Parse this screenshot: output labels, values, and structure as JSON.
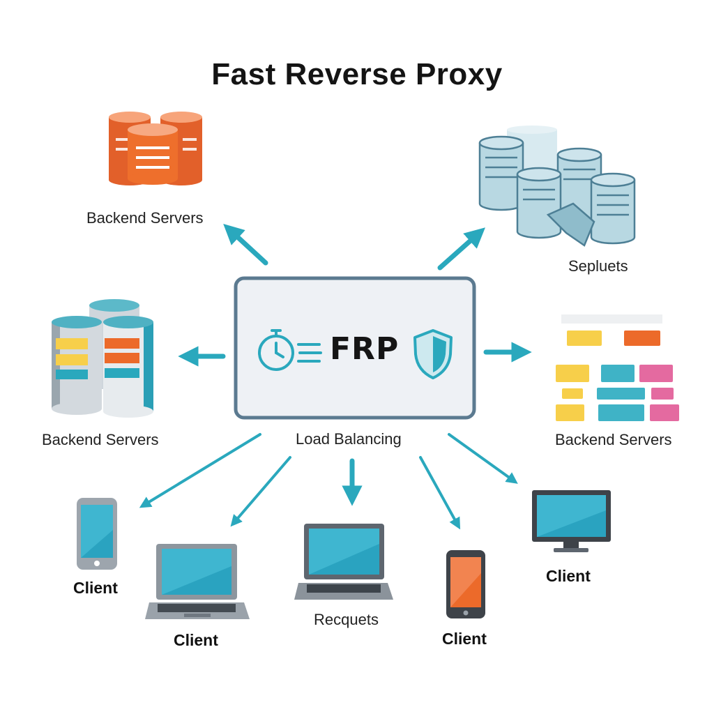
{
  "title": "Fast Reverse Proxy",
  "proxy": {
    "name": "FRP",
    "caption": "Load Balancing"
  },
  "nodes": {
    "top_left_label": "Backend Servers",
    "top_right_label": "Sepluets",
    "mid_left_label": "Backend Servers",
    "mid_right_label": "Backend Servers"
  },
  "clients": {
    "phone_left_label": "Client",
    "laptop_left_label": "Client",
    "laptop_center_label": "Recquets",
    "phone_right_label": "Client",
    "monitor_right_label": "Client"
  },
  "icons": {
    "proxy": [
      "stopwatch-icon",
      "shield-icon"
    ],
    "servers": [
      "server-stack-icon",
      "database-cylinder-icon",
      "data-blocks-icon"
    ],
    "clients": [
      "smartphone-icon",
      "laptop-icon",
      "monitor-icon"
    ]
  },
  "colors": {
    "accent": "#2aa8bd",
    "orange": "#ec6a2a",
    "yellow": "#f7cf4a",
    "pink": "#e46aa0",
    "light_blue": "#b8d8e2",
    "frame": "#5b7a90",
    "panel": "#eef1f5"
  }
}
